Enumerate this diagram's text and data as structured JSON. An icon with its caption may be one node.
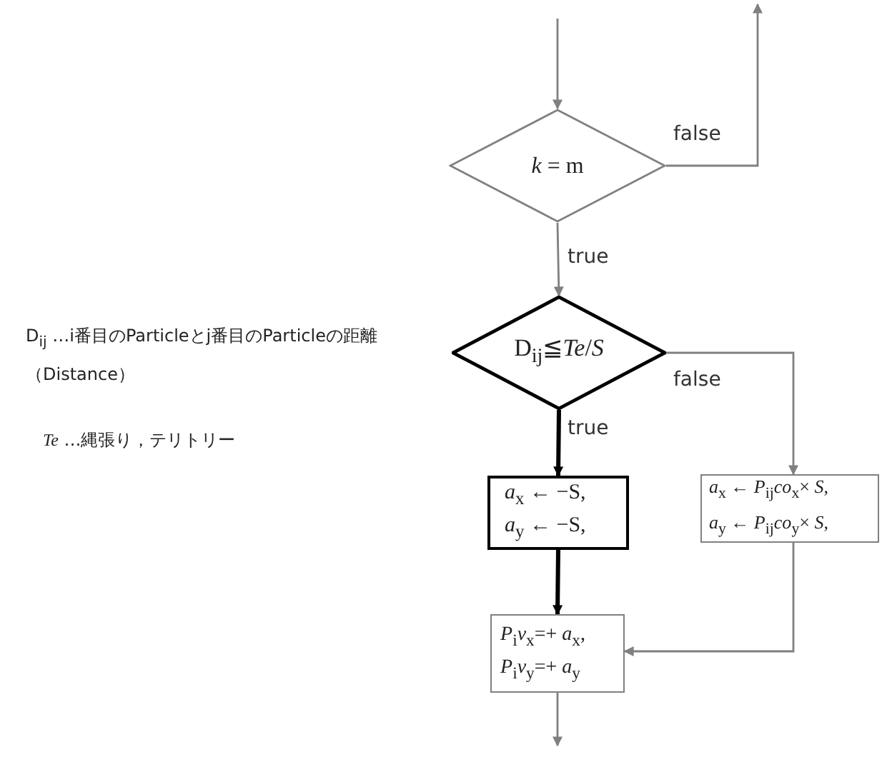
{
  "diagram": {
    "nodes": [
      {
        "text": [
          "*k* = m"
        ]
      },
      {
        "text": [
          "D$_{ij}$≦*Te*/*S*"
        ]
      },
      {
        "text": [
          "*a*$_{x}$ ← −S,",
          "*a*$_{y}$ ← −S,"
        ]
      },
      {
        "text": [
          "*a*$_{x}$ ← *P*$_{ij}$*co*$_{x}$× *S*,",
          "*a*$_{y}$ ← *P*$_{ij}$*co*$_{y}$× *S*,"
        ]
      },
      {
        "text": [
          "*P*$_{i}$*v*$_{x}$=+ *a*$_{x}$,",
          "*P*$_{i}$*v*$_{y}$=+ *a*$_{y}$"
        ]
      }
    ],
    "edges": [
      {
        "from": null,
        "to": 0,
        "arrow": "to"
      },
      {
        "from": 0,
        "to": null,
        "arrow": "to",
        "label": "false"
      },
      {
        "from": 0,
        "to": 1,
        "arrow": "to",
        "label": "true"
      },
      {
        "from": 1,
        "to": 3,
        "arrow": "to",
        "label": "false"
      },
      {
        "from": 1,
        "to": 2,
        "arrow": "to",
        "label": "true",
        "style": "thick",
        "color": "#000000"
      },
      {
        "from": 2,
        "to": 4,
        "arrow": "to",
        "style": "thick",
        "color": "#000000"
      },
      {
        "from": 3,
        "to": 4,
        "arrow": "to"
      },
      {
        "from": 4,
        "to": null,
        "arrow": "to"
      }
    ],
    "labels": [
      "D$_{ij}$ …i番目のParticleとj番目のParticleの距離（Distance）",
      "*Te* …縄張り，テリトリー"
    ]
  }
}
